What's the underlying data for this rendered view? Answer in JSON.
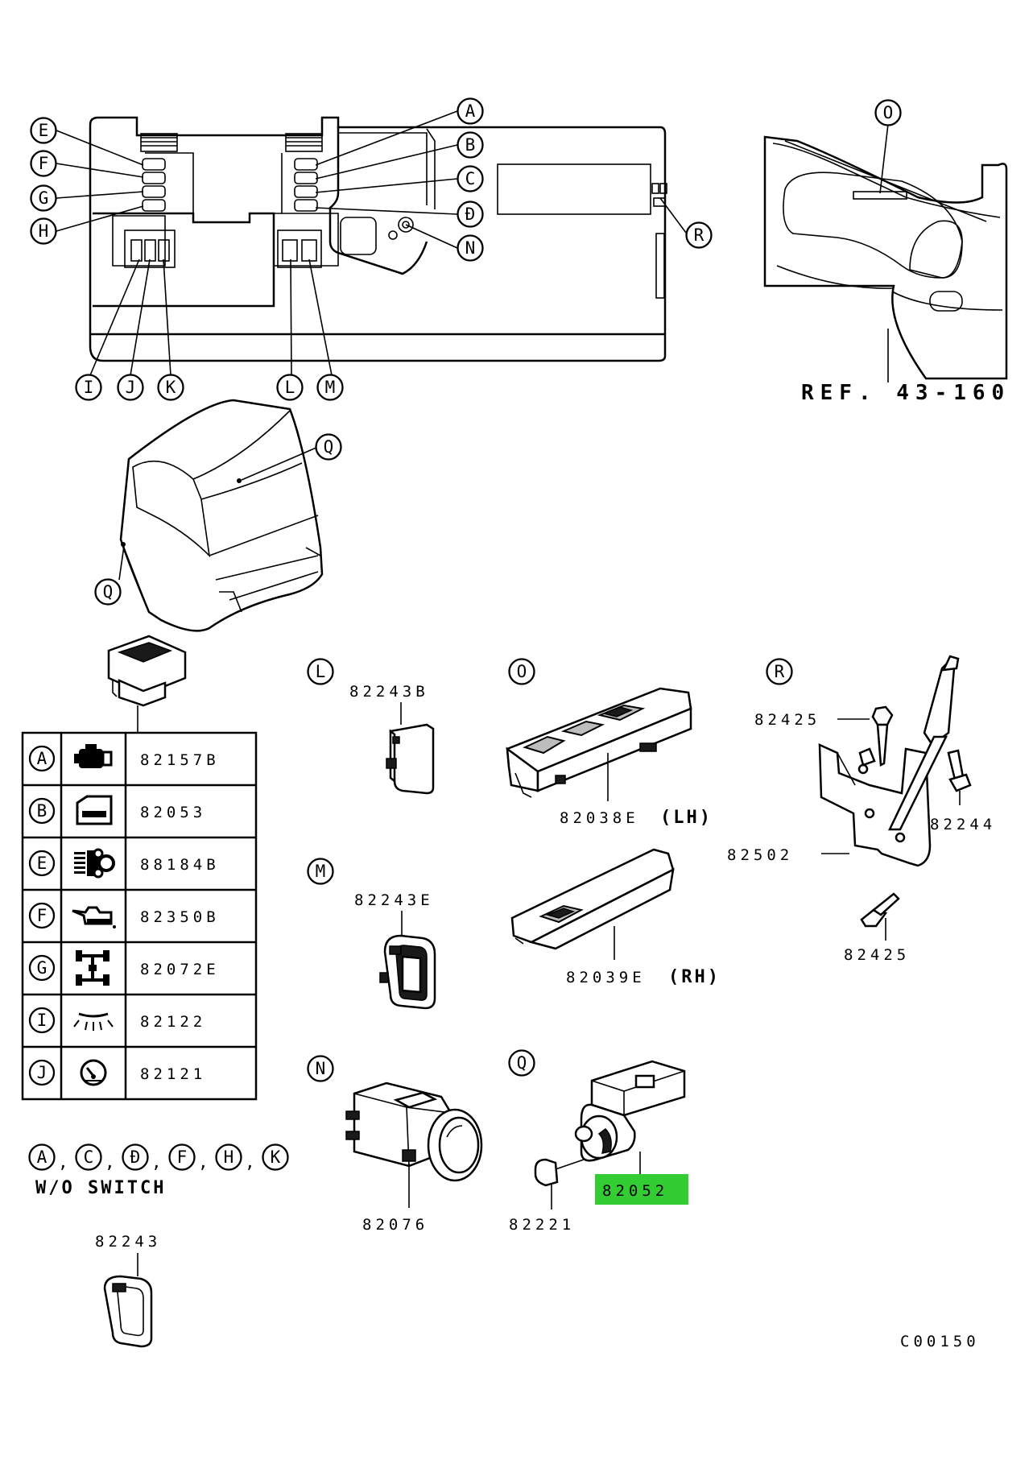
{
  "figure_code": "C00150",
  "reference": "REF. 43-160",
  "callouts": {
    "A": "A",
    "B": "B",
    "C": "C",
    "D": "Đ",
    "E": "E",
    "F": "F",
    "G": "G",
    "H": "H",
    "I": "I",
    "J": "J",
    "K": "K",
    "L": "L",
    "M": "M",
    "N": "N",
    "O": "O",
    "Q": "Q",
    "R": "R"
  },
  "parts": {
    "L": "82243B",
    "M": "82243E",
    "N": "82076",
    "O_lh": "82038E",
    "O_lh_suffix": "(LH)",
    "O_rh": "82039E",
    "O_rh_suffix": "(RH)",
    "Q_switch": "82052",
    "Q_screw": "82221",
    "R_bolt_top": "82425",
    "R_bolt_bottom": "82425",
    "R_bracket": "82502",
    "R_screw": "82244",
    "blank_switch": "82243"
  },
  "highlight_color": "#33cc33",
  "switch_table": [
    {
      "key": "A",
      "icon": "engine-icon",
      "part": "82157B"
    },
    {
      "key": "B",
      "icon": "door-icon",
      "part": "82053"
    },
    {
      "key": "E",
      "icon": "exhaust-brake-icon",
      "part": "88184B"
    },
    {
      "key": "F",
      "icon": "oil-can-icon",
      "part": "82350B"
    },
    {
      "key": "G",
      "icon": "axle-icon",
      "part": "82072E"
    },
    {
      "key": "I",
      "icon": "room-lamp-icon",
      "part": "82122"
    },
    {
      "key": "J",
      "icon": "gauge-icon",
      "part": "82121"
    }
  ],
  "without_switch": {
    "keys": [
      "A",
      "C",
      "Đ",
      "F",
      "H",
      "K"
    ],
    "note": "W/O SWITCH"
  }
}
